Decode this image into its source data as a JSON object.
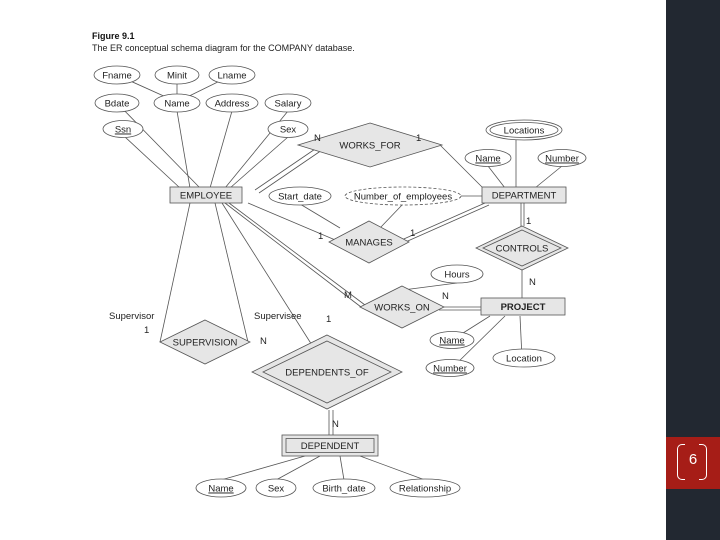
{
  "figure": {
    "title": "Figure 9.1",
    "caption": "The ER conceptual schema diagram for the COMPANY database."
  },
  "page_number": "6",
  "colors": {
    "sidebar": "#222831",
    "badge": "#a61d17",
    "shape_fill": "#e6e6e6"
  },
  "entities": {
    "employee": "EMPLOYEE",
    "department": "DEPARTMENT",
    "project": "PROJECT",
    "dependent": "DEPENDENT"
  },
  "relationships": {
    "works_for": "WORKS_FOR",
    "manages": "MANAGES",
    "controls": "CONTROLS",
    "works_on": "WORKS_ON",
    "supervision": "SUPERVISION",
    "dependents_of": "DEPENDENTS_OF"
  },
  "attributes": {
    "fname": "Fname",
    "minit": "Minit",
    "lname": "Lname",
    "bdate": "Bdate",
    "emp_name": "Name",
    "address": "Address",
    "salary": "Salary",
    "ssn": "Ssn",
    "emp_sex": "Sex",
    "locations": "Locations",
    "dept_name": "Name",
    "dept_number": "Number",
    "start_date": "Start_date",
    "number_of_employees": "Number_of_employees",
    "hours": "Hours",
    "proj_name": "Name",
    "proj_number": "Number",
    "location": "Location",
    "dep_name": "Name",
    "dep_sex": "Sex",
    "birth_date": "Birth_date",
    "relationship": "Relationship"
  },
  "cardinalities": {
    "works_for_emp": "N",
    "works_for_dept": "1",
    "manages_emp": "1",
    "manages_dept": "1",
    "controls_dept": "1",
    "controls_proj": "N",
    "works_on_emp": "M",
    "works_on_proj": "N",
    "supervision_sup": "1",
    "supervision_sub": "N",
    "dependents_emp": "1",
    "dependents_dep": "N"
  },
  "roles": {
    "supervisor": "Supervisor",
    "supervisee": "Supervisee"
  }
}
